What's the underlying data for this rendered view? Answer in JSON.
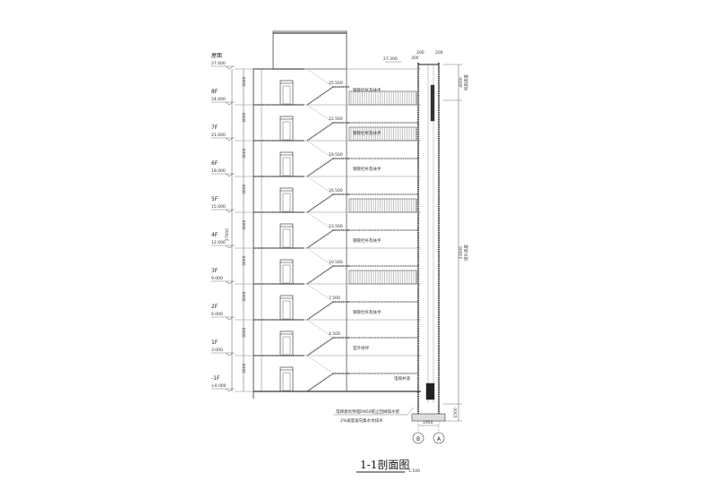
{
  "drawing": {
    "title": "1-1剖面图",
    "scale": "1:100",
    "roof_label": "屋面",
    "levels": [
      {
        "name": "屋面",
        "elevation": "27.000"
      },
      {
        "name": "8F",
        "elevation": "24.000"
      },
      {
        "name": "7F",
        "elevation": "21.000"
      },
      {
        "name": "6F",
        "elevation": "18.000"
      },
      {
        "name": "5F",
        "elevation": "15.000"
      },
      {
        "name": "4F",
        "elevation": "12.000"
      },
      {
        "name": "3F",
        "elevation": "9.000"
      },
      {
        "name": "2F",
        "elevation": "6.000"
      },
      {
        "name": "1F",
        "elevation": "3.000"
      },
      {
        "name": "-1F",
        "elevation": "±0.000"
      }
    ],
    "floor_height_dims": [
      "3000",
      "3000",
      "3000",
      "3000",
      "3000",
      "3000",
      "3000",
      "3000",
      "3000"
    ],
    "overall_dim": "27000",
    "landing_elevations": [
      "25.500",
      "22.500",
      "19.500",
      "16.500",
      "13.500",
      "10.500",
      "7.500",
      "4.500"
    ],
    "top_elevation": "27.300",
    "top_small_dims": [
      "300",
      "200",
      "200"
    ],
    "shaft_dims": {
      "top": "4000",
      "middle": "23500",
      "pit": "1500",
      "width": "1950"
    },
    "shaft_dim_notes": {
      "top": "机房高度",
      "middle": "提升高度"
    },
    "balcony_note": "钢管栏杆及扶手",
    "ground_note": "室外地坪",
    "shaft_note": "电梯井道",
    "pit_note_line1": "电梯基坑预埋DN50管止回阀排水管",
    "pit_note_line2": "2%坡度坡向集水坑排水",
    "axes": [
      "B",
      "A"
    ]
  }
}
